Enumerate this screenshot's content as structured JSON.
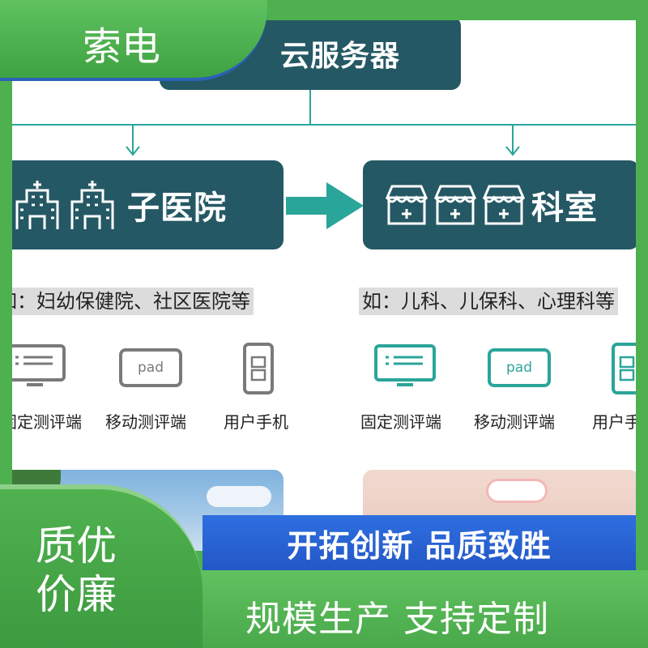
{
  "brand": {
    "name": "索电"
  },
  "diagram": {
    "root": {
      "label": "云服务器"
    },
    "hospital": {
      "label": "子医院",
      "example": "如：妇幼保健院、社区医院等",
      "devices": [
        {
          "label": "固定测评端",
          "icon": "monitor-icon"
        },
        {
          "label": "移动测评端",
          "icon": "tablet-icon",
          "icon_text": "pad"
        },
        {
          "label": "用户手机",
          "icon": "phone-icon"
        }
      ]
    },
    "department": {
      "label": "科室",
      "example": "如：儿科、儿保科、心理科等",
      "devices": [
        {
          "label": "固定测评端",
          "icon": "monitor-icon"
        },
        {
          "label": "移动测评端",
          "icon": "tablet-icon",
          "icon_text": "pad"
        },
        {
          "label": "用户手机",
          "icon": "phone-icon"
        }
      ]
    }
  },
  "banners": {
    "quality": [
      "质优",
      "价廉"
    ],
    "slogan_primary": "开拓创新 品质致胜",
    "slogan_secondary": "规模生产 支持定制"
  },
  "colors": {
    "node": "#245864",
    "connector": "#2aa59a",
    "dark_device": "#7a7a7a",
    "teal_device": "#2aa59a",
    "green_badge": "#4eb04f",
    "blue_banner": "#2457c7"
  }
}
